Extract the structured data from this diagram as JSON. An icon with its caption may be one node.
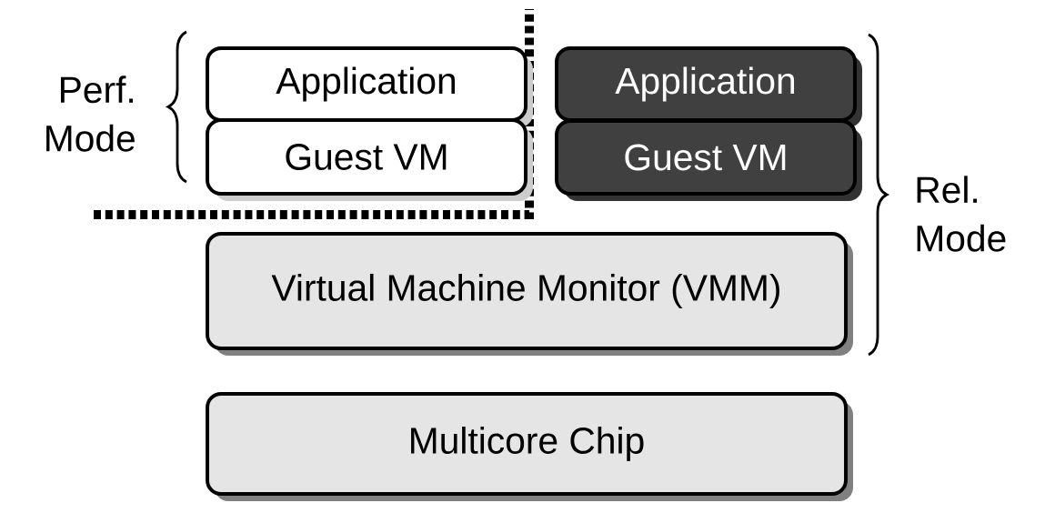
{
  "diagram": {
    "nodes": [
      {
        "text": [
          "Application"
        ]
      },
      {
        "text": [
          "Guest VM"
        ]
      },
      {
        "text": [
          "Application"
        ]
      },
      {
        "text": [
          "Guest VM"
        ]
      },
      {
        "text": [
          "Virtual Machine Monitor (VMM)"
        ]
      },
      {
        "text": [
          "Multicore Chip"
        ]
      }
    ],
    "labels": [
      "Perf. Mode",
      "Rel. Mode"
    ]
  }
}
